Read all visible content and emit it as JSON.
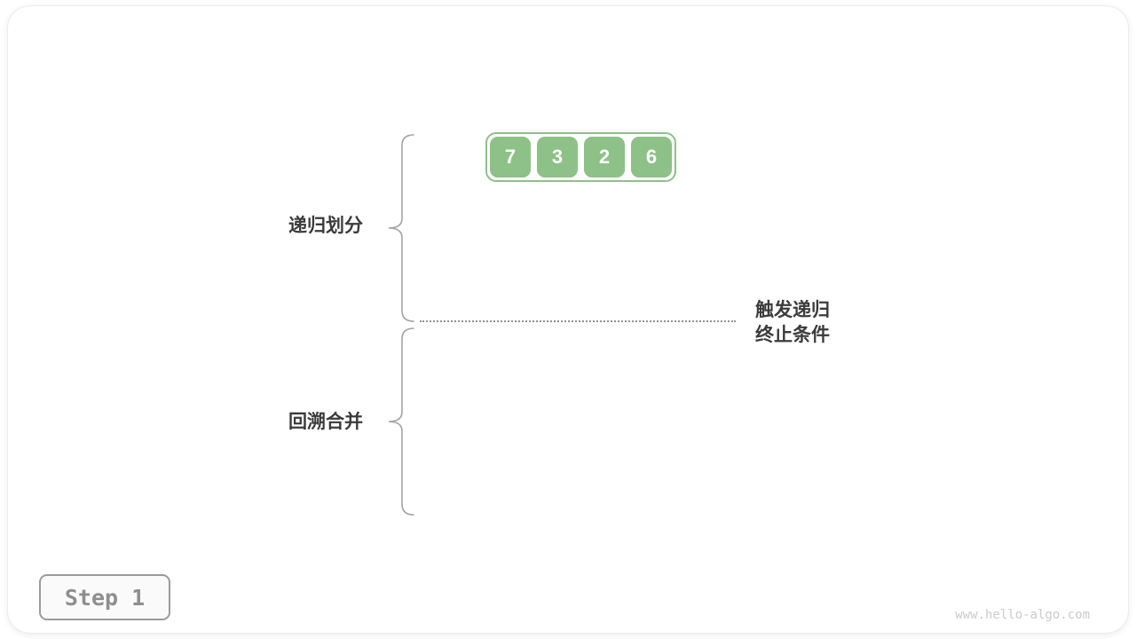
{
  "diagram": {
    "title_semantic": "merge-sort-step-1",
    "array": {
      "values": [
        "7",
        "3",
        "2",
        "6"
      ]
    },
    "labels": {
      "divide": "递归划分",
      "merge": "回溯合并",
      "terminate_line1": "触发递归",
      "terminate_line2": "终止条件"
    },
    "step_badge": "Step 1",
    "watermark": "www.hello-algo.com",
    "colors": {
      "node_green": "#8dc187",
      "node_text": "#ffffff",
      "brace_gray": "#a3a3a3",
      "label_dark": "#3b3b3b",
      "dotted_line_gray": "#909090",
      "badge_text_gray": "#8e8e8e",
      "badge_border_gray": "#9b9b9b",
      "watermark_gray": "#cbcbcb",
      "card_background": "#ffffff"
    }
  }
}
